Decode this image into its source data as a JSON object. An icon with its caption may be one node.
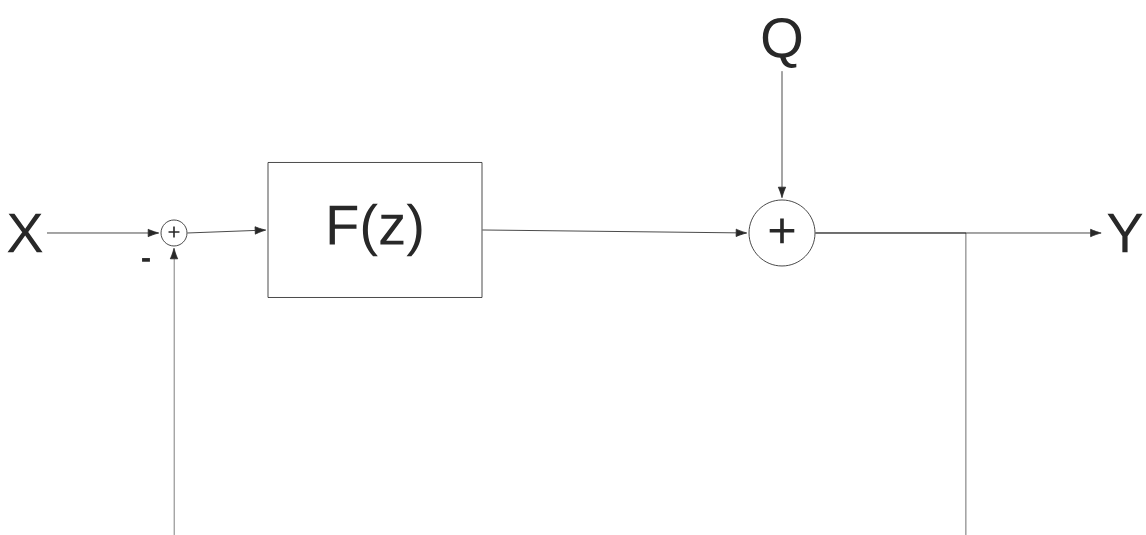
{
  "diagram": {
    "nodes": [
      {
        "text": [
          "X"
        ]
      },
      {
        "text": [
          "+"
        ],
        "beside": [
          "-"
        ]
      },
      {
        "text": [
          "F(z)"
        ]
      },
      {
        "text": [
          "Q"
        ]
      },
      {
        "text": [
          "+"
        ]
      },
      {
        "text": [
          "Y"
        ]
      }
    ],
    "edges": [
      {
        "from": 0,
        "to": 1,
        "arrow": "to"
      },
      {
        "from": 1,
        "to": 2,
        "arrow": "to"
      },
      {
        "from": 2,
        "to": 4,
        "arrow": "to"
      },
      {
        "from": 3,
        "to": 4,
        "arrow": "to"
      },
      {
        "from": 4,
        "to": 5,
        "arrow": "to"
      },
      {
        "from": 4,
        "to": null,
        "arrow": "none"
      },
      {
        "from": null,
        "to": 1,
        "arrow": "to"
      }
    ]
  }
}
